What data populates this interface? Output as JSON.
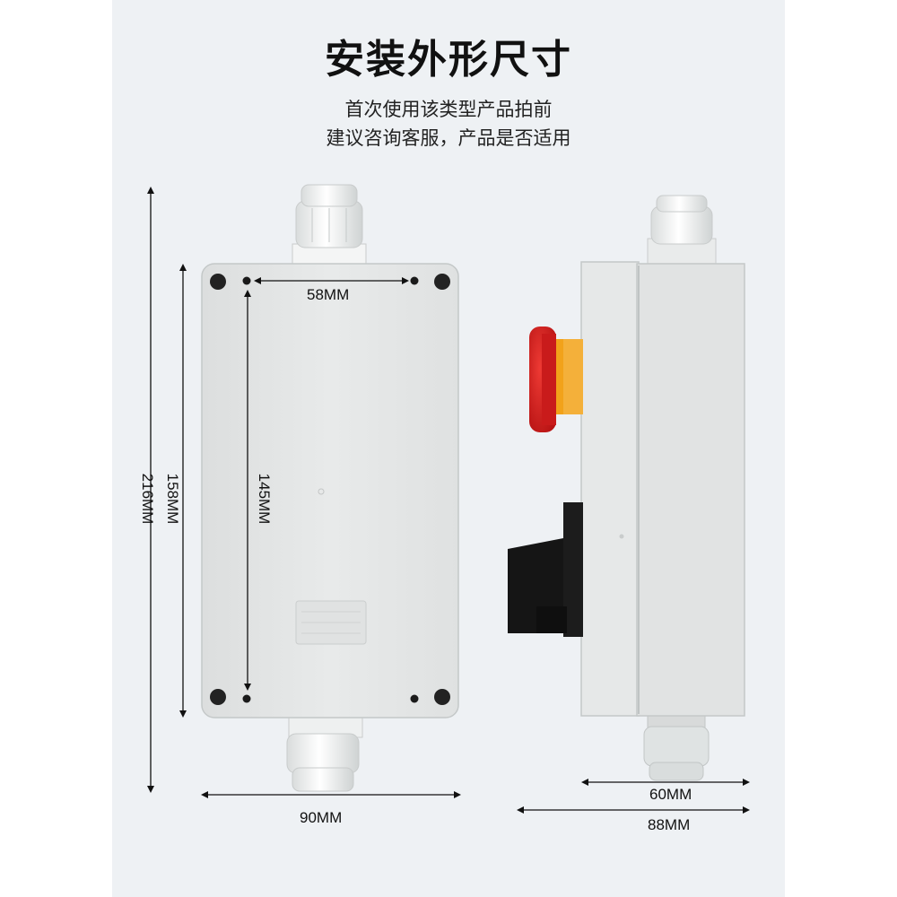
{
  "heading": {
    "title": "安装外形尺寸",
    "note_line1": "首次使用该类型产品拍前",
    "note_line2": "建议咨询客服，产品是否适用"
  },
  "front_view": {
    "dim_total_height": "216MM",
    "dim_body_height": "158MM",
    "dim_hole_vertical": "145MM",
    "dim_hole_horizontal": "58MM",
    "dim_width": "90MM"
  },
  "side_view": {
    "dim_depth_body": "60MM",
    "dim_depth_total": "88MM"
  },
  "colors": {
    "background_panel": "#eef1f4",
    "enclosure": "#e4e6e6",
    "stop_button": "#d41f1f",
    "stop_ring": "#f2a21a",
    "switch_knob": "#151515",
    "cable_gland": "#f3f4f4"
  }
}
